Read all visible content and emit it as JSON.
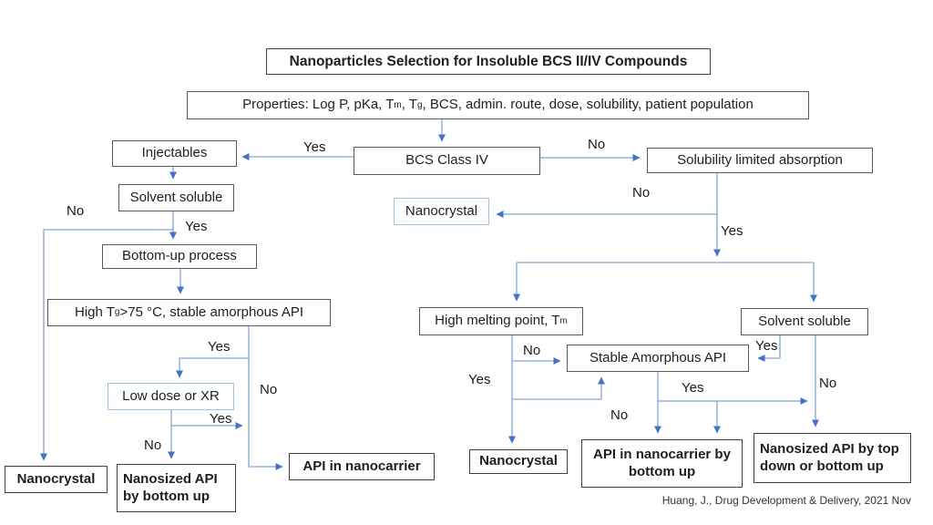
{
  "diagram": {
    "title": "Nanoparticles Selection for Insoluble BCS II/IV Compounds",
    "citation": "Huang, J., Drug Development & Delivery, 2021 Nov",
    "nodes": {
      "properties": "Properties: Log P, pKa, T_{m}, T_{g}, BCS, admin. route, dose, solubility, patient population",
      "injectables": "Injectables",
      "bcs_class_iv": "BCS Class IV",
      "solubility_limited_absorption": "Solubility limited absorption",
      "solvent_soluble_left": "Solvent soluble",
      "nanocrystal_top": "Nanocrystal",
      "bottom_up_process": "Bottom-up process",
      "high_tg": "High T_{g} >75 °C, stable amorphous API",
      "high_melting_point": "High melting point, T_{m}",
      "solvent_soluble_right": "Solvent soluble",
      "stable_amorphous_api": "Stable Amorphous API",
      "low_dose_or_xr": "Low dose or XR",
      "nanocrystal_left": "Nanocrystal",
      "nanosized_api_bottom_up": "Nanosized API by bottom up",
      "api_in_nanocarrier": "API in nanocarrier",
      "nanocrystal_right": "Nanocrystal",
      "api_in_nanocarrier_bottom_up": "API in nanocarrier by bottom up",
      "nanosized_api_top_down": "Nanosized API by top down or bottom up"
    },
    "edge_labels": {
      "bcs_yes": "Yes",
      "bcs_no": "No",
      "solvent_left_no": "No",
      "solvent_left_yes": "Yes",
      "solubility_no": "No",
      "solubility_yes": "Yes",
      "high_tg_yes": "Yes",
      "high_tg_no": "No",
      "low_dose_yes": "Yes",
      "low_dose_no": "No",
      "high_melting_no": "No",
      "high_melting_yes": "Yes",
      "solvent_right_yes": "Yes",
      "solvent_right_no": "No",
      "stable_yes": "Yes",
      "stable_no": "No"
    },
    "colors": {
      "connector_line": "#85A3D8",
      "arrowhead": "#4472C4",
      "box_border": "#595959",
      "result_box_border": "#3F3F3F",
      "highlight_box_border": "#9DC3E6",
      "text": "#1F1F1F"
    }
  }
}
